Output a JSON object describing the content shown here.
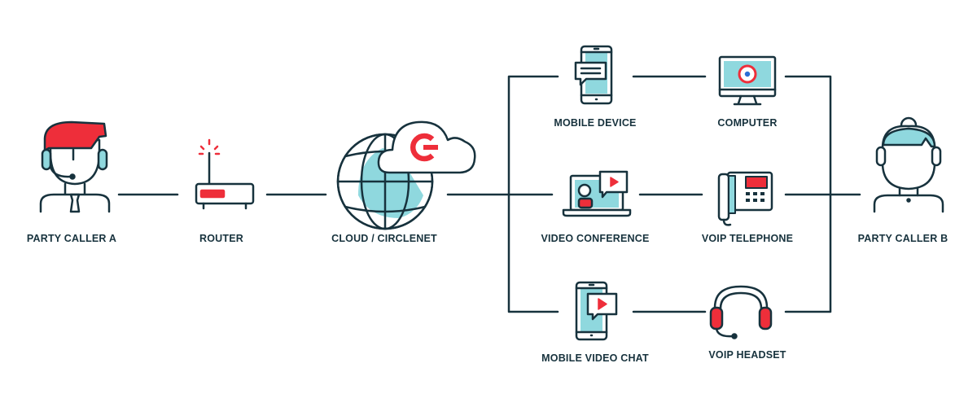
{
  "colors": {
    "outline": "#17323d",
    "accent_red": "#ee2e3a",
    "teal_fill": "#8fd8de",
    "background": "#ffffff"
  },
  "nodes": {
    "party_caller_a": {
      "label": "PARTY CALLER A",
      "icon": "person-with-headset-icon"
    },
    "router": {
      "label": "ROUTER",
      "icon": "router-icon"
    },
    "cloud": {
      "label": "CLOUD / CIRCLENET",
      "icon": "globe-cloud-icon"
    },
    "mobile_device": {
      "label": "MOBILE DEVICE",
      "icon": "smartphone-chat-icon"
    },
    "computer": {
      "label": "COMPUTER",
      "icon": "desktop-monitor-icon"
    },
    "video_conference": {
      "label": "VIDEO CONFERENCE",
      "icon": "laptop-video-icon"
    },
    "voip_telephone": {
      "label": "VOIP TELEPHONE",
      "icon": "desk-phone-icon"
    },
    "mobile_video_chat": {
      "label": "MOBILE VIDEO CHAT",
      "icon": "smartphone-video-icon"
    },
    "voip_headset": {
      "label": "VOIP HEADSET",
      "icon": "headset-icon"
    },
    "party_caller_b": {
      "label": "PARTY CALLER B",
      "icon": "person-with-headset-icon"
    }
  }
}
